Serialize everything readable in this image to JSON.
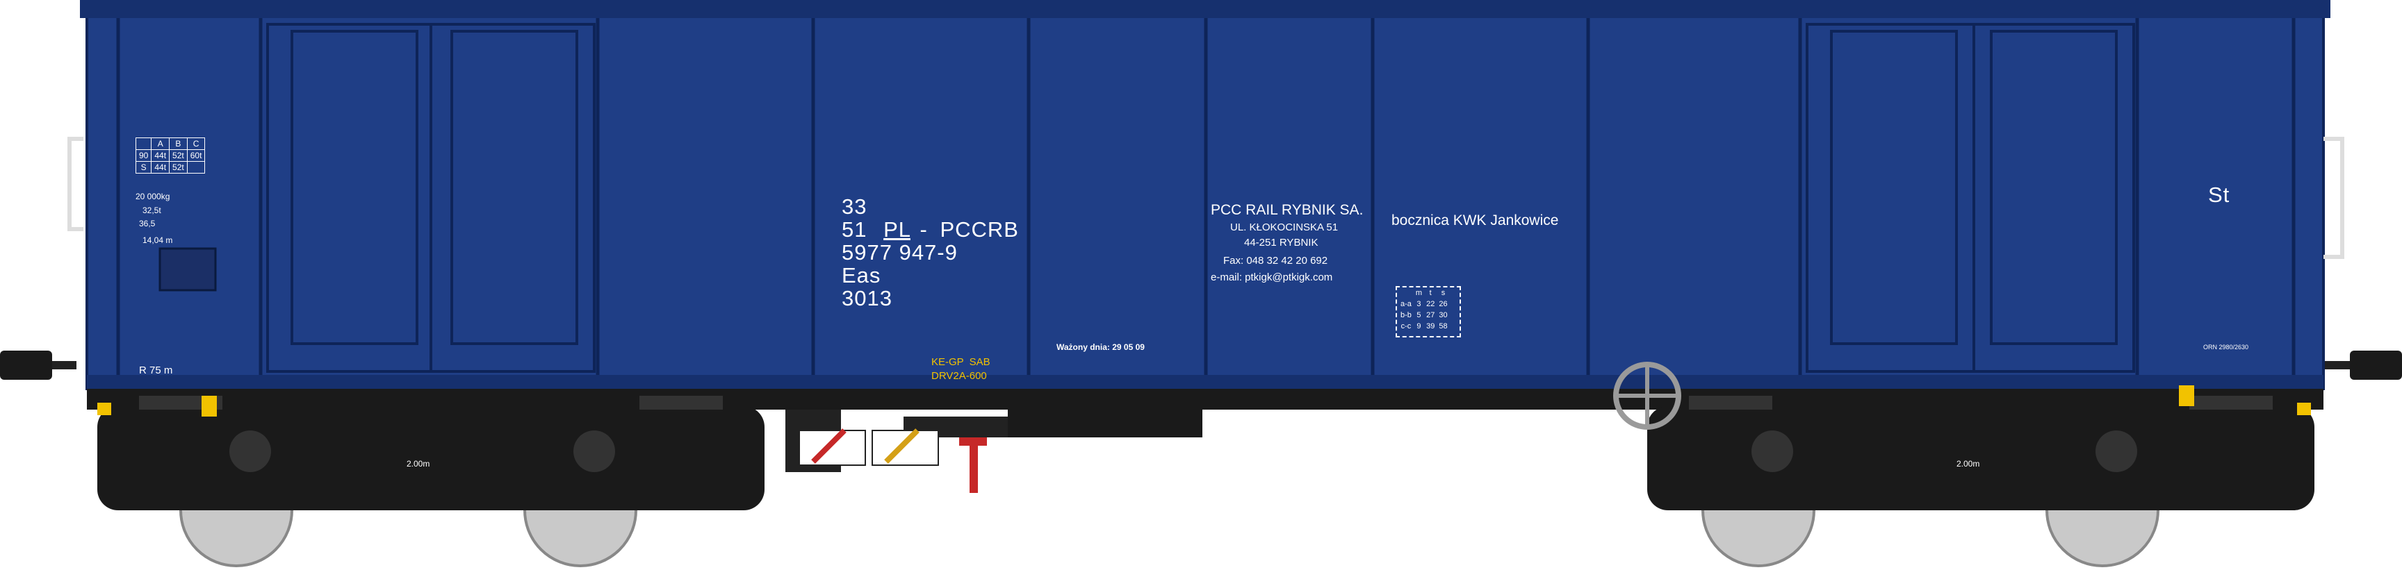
{
  "reporting_mark": {
    "line1": "33",
    "line2_prefix": "51",
    "line2_country": "PL",
    "line2_sep": "-",
    "line2_keeper": "PCCRB",
    "line3": "5977 947-9",
    "line4": "Eas",
    "line5": "3013"
  },
  "owner": {
    "name": "PCC RAIL RYBNIK SA.",
    "street": "UL. KŁOKOCINSKA 51",
    "city": "44-251 RYBNIK",
    "fax": "Fax: 048 32 42 20 692",
    "email": "e-mail: ptkigk@ptkigk.com"
  },
  "siding": "bocznica KWK Jankowice",
  "weighed": "Ważony dnia: 29 05 09",
  "brake": {
    "line1": "KE-GP",
    "line1b": "SAB",
    "line2": "DRV2A-600"
  },
  "load_table": {
    "header": [
      "",
      "A",
      "B",
      "C"
    ],
    "rows": [
      [
        "90",
        "44t",
        "52t",
        "60t"
      ],
      [
        "S",
        "44t",
        "52t",
        ""
      ]
    ]
  },
  "tare": "20 000kg",
  "load_limit": "32,5t",
  "length": "14,04 m",
  "speed_mark": "36,5",
  "radius": "R 75 m",
  "right_mark": "St",
  "dimension_table": {
    "header": [
      "",
      "m",
      "t",
      "s"
    ],
    "rows": [
      [
        "a-a",
        "3",
        "22",
        "26"
      ],
      [
        "b-b",
        "5",
        "27",
        "30"
      ],
      [
        "c-c",
        "9",
        "39",
        "58"
      ]
    ]
  },
  "bogie_left": "2.00m",
  "bogie_right": "2.00m",
  "small_code": "ORN 2980/2630",
  "colors": {
    "body": "#1f3e86",
    "body_dark": "#16306e",
    "panel_line": "#0e2458",
    "chassis": "#1a1a1a",
    "text": "#ffffff",
    "brake_text": "#f2c200",
    "wheel": "#c9c9c9"
  }
}
